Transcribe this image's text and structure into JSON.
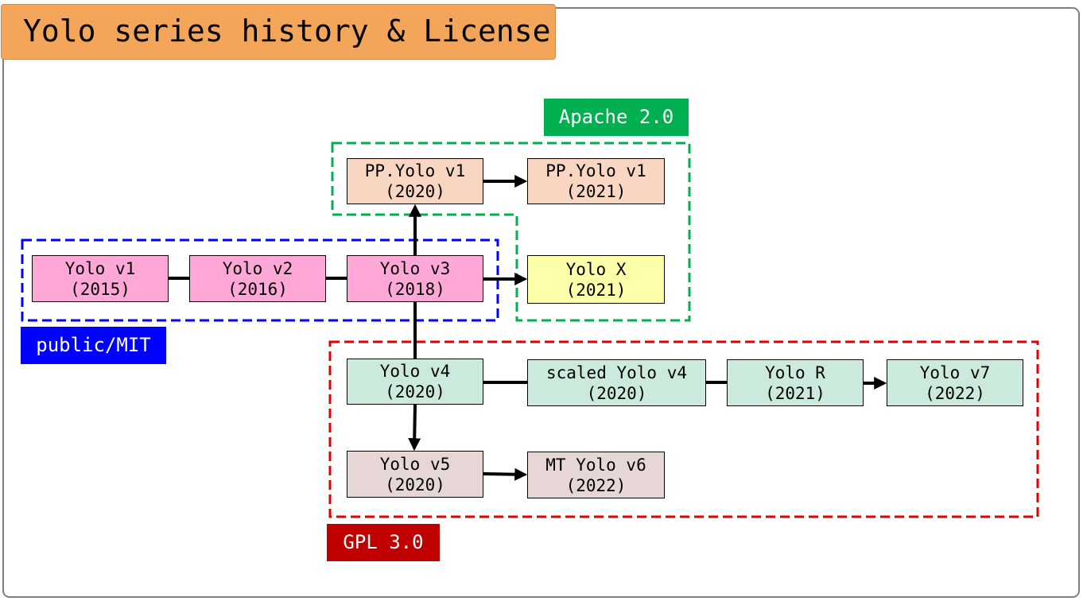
{
  "title": "Yolo series history & License",
  "licenses": {
    "mit": {
      "label": "public/MIT",
      "color": "#0000ff"
    },
    "apache": {
      "label": "Apache 2.0",
      "color": "#00b050"
    },
    "gpl": {
      "label": "GPL 3.0",
      "color": "#c00000"
    }
  },
  "nodes": {
    "yolo_v1": {
      "name": "Yolo v1",
      "year": "(2015)"
    },
    "yolo_v2": {
      "name": "Yolo v2",
      "year": "(2016)"
    },
    "yolo_v3": {
      "name": "Yolo v3",
      "year": "(2018)"
    },
    "pp_yolo_2020": {
      "name": "PP.Yolo v1",
      "year": "(2020)"
    },
    "pp_yolo_2021": {
      "name": "PP.Yolo v1",
      "year": "(2021)"
    },
    "yolo_x": {
      "name": "Yolo X",
      "year": "(2021)"
    },
    "yolo_v4": {
      "name": "Yolo v4",
      "year": "(2020)"
    },
    "scaled_yolo_v4": {
      "name": "scaled Yolo v4",
      "year": "(2020)"
    },
    "yolo_r": {
      "name": "Yolo R",
      "year": "(2021)"
    },
    "yolo_v7": {
      "name": "Yolo v7",
      "year": "(2022)"
    },
    "yolo_v5": {
      "name": "Yolo v5",
      "year": "(2020)"
    },
    "mt_yolo_v6": {
      "name": "MT Yolo v6",
      "year": "(2022)"
    }
  }
}
